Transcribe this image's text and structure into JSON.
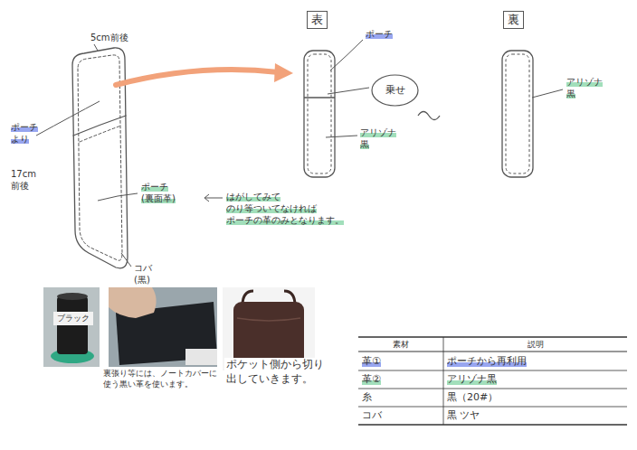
{
  "diagram": {
    "nodes": [
      {
        "text": [
          "表"
        ]
      },
      {
        "text": [
          "乗せ"
        ]
      },
      {
        "text": [
          "裏"
        ]
      }
    ],
    "labels": [
      "5cm前後",
      "ポーチ より",
      "17cm 前後",
      "ポーチ (裏面革)",
      "はがしてみて のり等ついてなければ ポーチの革のみとなります。",
      "コバ (黒)",
      "ポーチ",
      "アリゾナ 黒",
      "アリゾナ 黒",
      "ブラック",
      "裏張り等には、ノートカバーに 使う黒い革を使います。",
      "ポケット側から切り 出していきます。",
      "素材",
      "説明",
      "革①",
      "ポーチから再利用",
      "革②",
      "アリゾナ黒",
      "糸",
      "黒（20#）",
      "コバ",
      "黒 ツヤ"
    ]
  }
}
